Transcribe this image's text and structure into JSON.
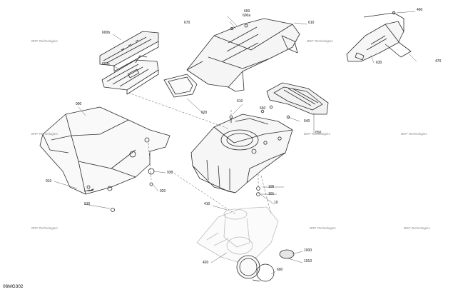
{
  "figure_code": "06MG302",
  "watermark_text": "BRP Technologies",
  "callouts": [
    "600",
    "600a",
    "600b",
    "600c",
    "610",
    "610",
    "620",
    "630",
    "640",
    "650",
    "660",
    "670",
    "900",
    "910",
    "910",
    "920",
    "930",
    "410",
    "420",
    "10",
    "105",
    "101",
    "1000",
    "1010",
    "690",
    "470",
    "460"
  ],
  "colors": {
    "ink": "#2b2b2b",
    "light_part": "#bdbdbd",
    "watermark": "#8a8a8a"
  }
}
